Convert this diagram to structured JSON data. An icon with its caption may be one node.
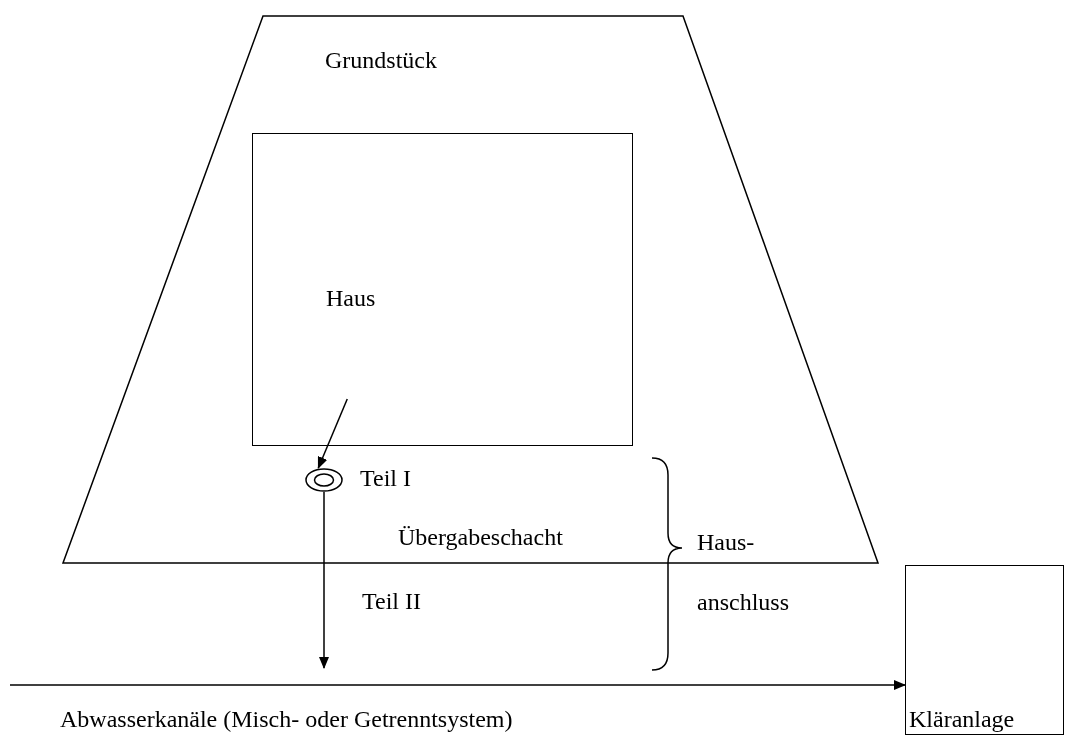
{
  "diagram": {
    "nodes": [
      {
        "text": [
          "Grundstück"
        ]
      },
      {
        "text": [
          "Haus"
        ],
        "in": 0
      },
      {
        "text": [],
        "shape": "circle",
        "in": 0,
        "beside": [
          "Übergabeschacht"
        ]
      },
      {
        "text": [
          "Kläranlage"
        ]
      }
    ],
    "edges": [
      {
        "from": 1,
        "to": 2,
        "arrow": "to",
        "label": "Teil I"
      },
      {
        "from": 2,
        "to": null,
        "arrow": "to",
        "label": "Teil II"
      },
      {
        "from": null,
        "to": 3,
        "arrow": "to",
        "label": "Abwasserkanäle (Misch- oder Getrenntsystem)"
      }
    ],
    "labels": [
      "Haus- anschluss"
    ]
  }
}
